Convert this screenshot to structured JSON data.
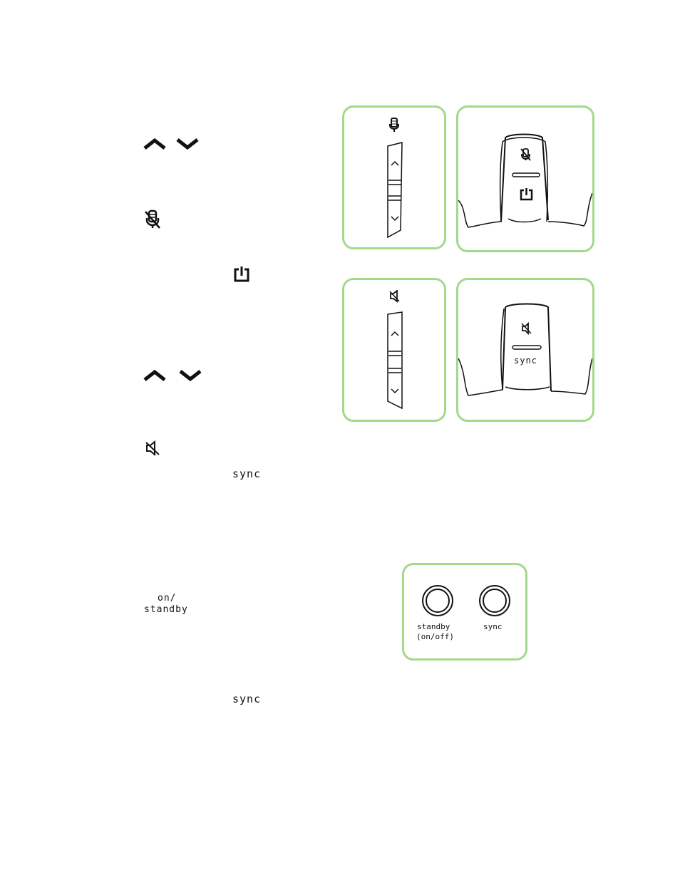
{
  "left_icons": {
    "sync_label_1": "sync",
    "on_standby_line1": "on/",
    "on_standby_line2": "standby",
    "sync_label_2": "sync"
  },
  "panels": {
    "speaker_front_sync_label": "sync",
    "base_standby_label": "standby",
    "base_standby_sublabel": "(on/off)",
    "base_sync_label": "sync"
  },
  "colors": {
    "panel_border": "#a3d98a",
    "ink": "#111111"
  }
}
